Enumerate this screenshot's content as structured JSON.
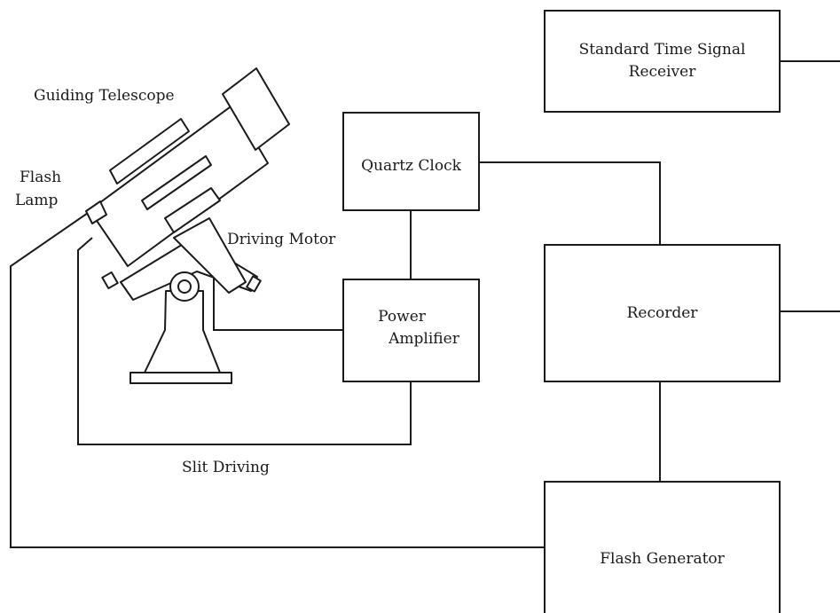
{
  "boxes": {
    "time_signal": {
      "line1": "Standard Time Signal",
      "line2": "Receiver"
    },
    "quartz_clock": {
      "label": "Quartz Clock"
    },
    "power_amplifier": {
      "line1": "Power",
      "line2": "Amplifier"
    },
    "recorder": {
      "label": "Recorder"
    },
    "flash_generator": {
      "label": "Flash Generator"
    }
  },
  "labels": {
    "guiding_telescope": "Guiding Telescope",
    "flash_lamp_line1": "Flash",
    "flash_lamp_line2": "Lamp",
    "driving_motor": "Driving Motor",
    "slit_driving": "Slit Driving"
  },
  "colors": {
    "line": "#1a1a1a",
    "background": "#ffffff"
  }
}
